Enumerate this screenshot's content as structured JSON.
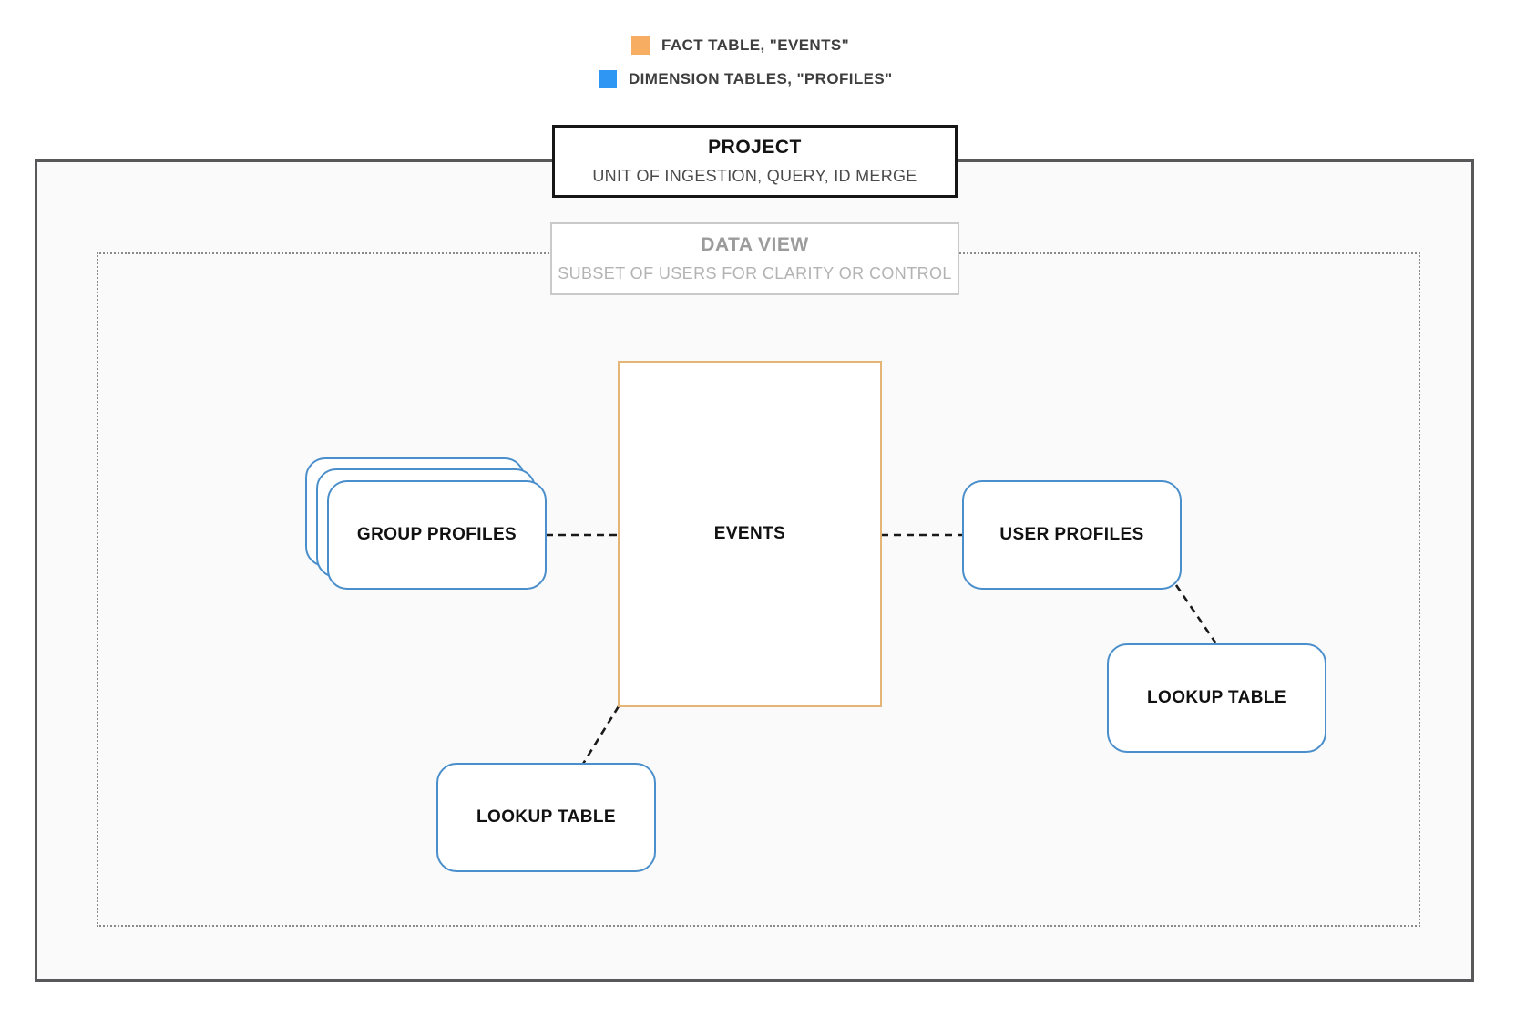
{
  "legend": {
    "items": [
      {
        "id": "fact-table",
        "label": "FACT TABLE, \"EVENTS\"",
        "swatch_color": "#F7AE63"
      },
      {
        "id": "dimension-tables",
        "label": "DIMENSION TABLES, \"PROFILES\"",
        "swatch_color": "#2F97F3"
      }
    ]
  },
  "containers": {
    "project": {
      "title": "PROJECT",
      "subtitle": "UNIT OF INGESTION, QUERY, ID MERGE"
    },
    "data_view": {
      "title": "DATA VIEW",
      "subtitle": "SUBSET OF USERS FOR CLARITY OR CONTROL"
    }
  },
  "nodes": {
    "events": {
      "label": "EVENTS",
      "category": "fact-table"
    },
    "group_profiles": {
      "label": "GROUP PROFILES",
      "category": "dimension-table",
      "stacked": true
    },
    "user_profiles": {
      "label": "USER PROFILES",
      "category": "dimension-table"
    },
    "lookup_table_right": {
      "label": "LOOKUP TABLE",
      "category": "dimension-table"
    },
    "lookup_table_bottom": {
      "label": "LOOKUP TABLE",
      "category": "dimension-table"
    }
  },
  "connections": [
    {
      "from": "group_profiles",
      "to": "events",
      "style": "dashed"
    },
    {
      "from": "events",
      "to": "user_profiles",
      "style": "dashed"
    },
    {
      "from": "user_profiles",
      "to": "lookup_table_right",
      "style": "dashed"
    },
    {
      "from": "events",
      "to": "lookup_table_bottom",
      "style": "dashed"
    }
  ],
  "colors": {
    "fact_table_fill": "#F7AE63",
    "dimension_table_fill": "#2F97F3",
    "fact_node_border": "#E5B477",
    "dimension_node_border": "#4A8FCB",
    "outer_container_border": "#58585B",
    "inner_container_border": "#8A8A8A",
    "connector": "#1A1A1A",
    "container_background": "#FAFAFA"
  }
}
